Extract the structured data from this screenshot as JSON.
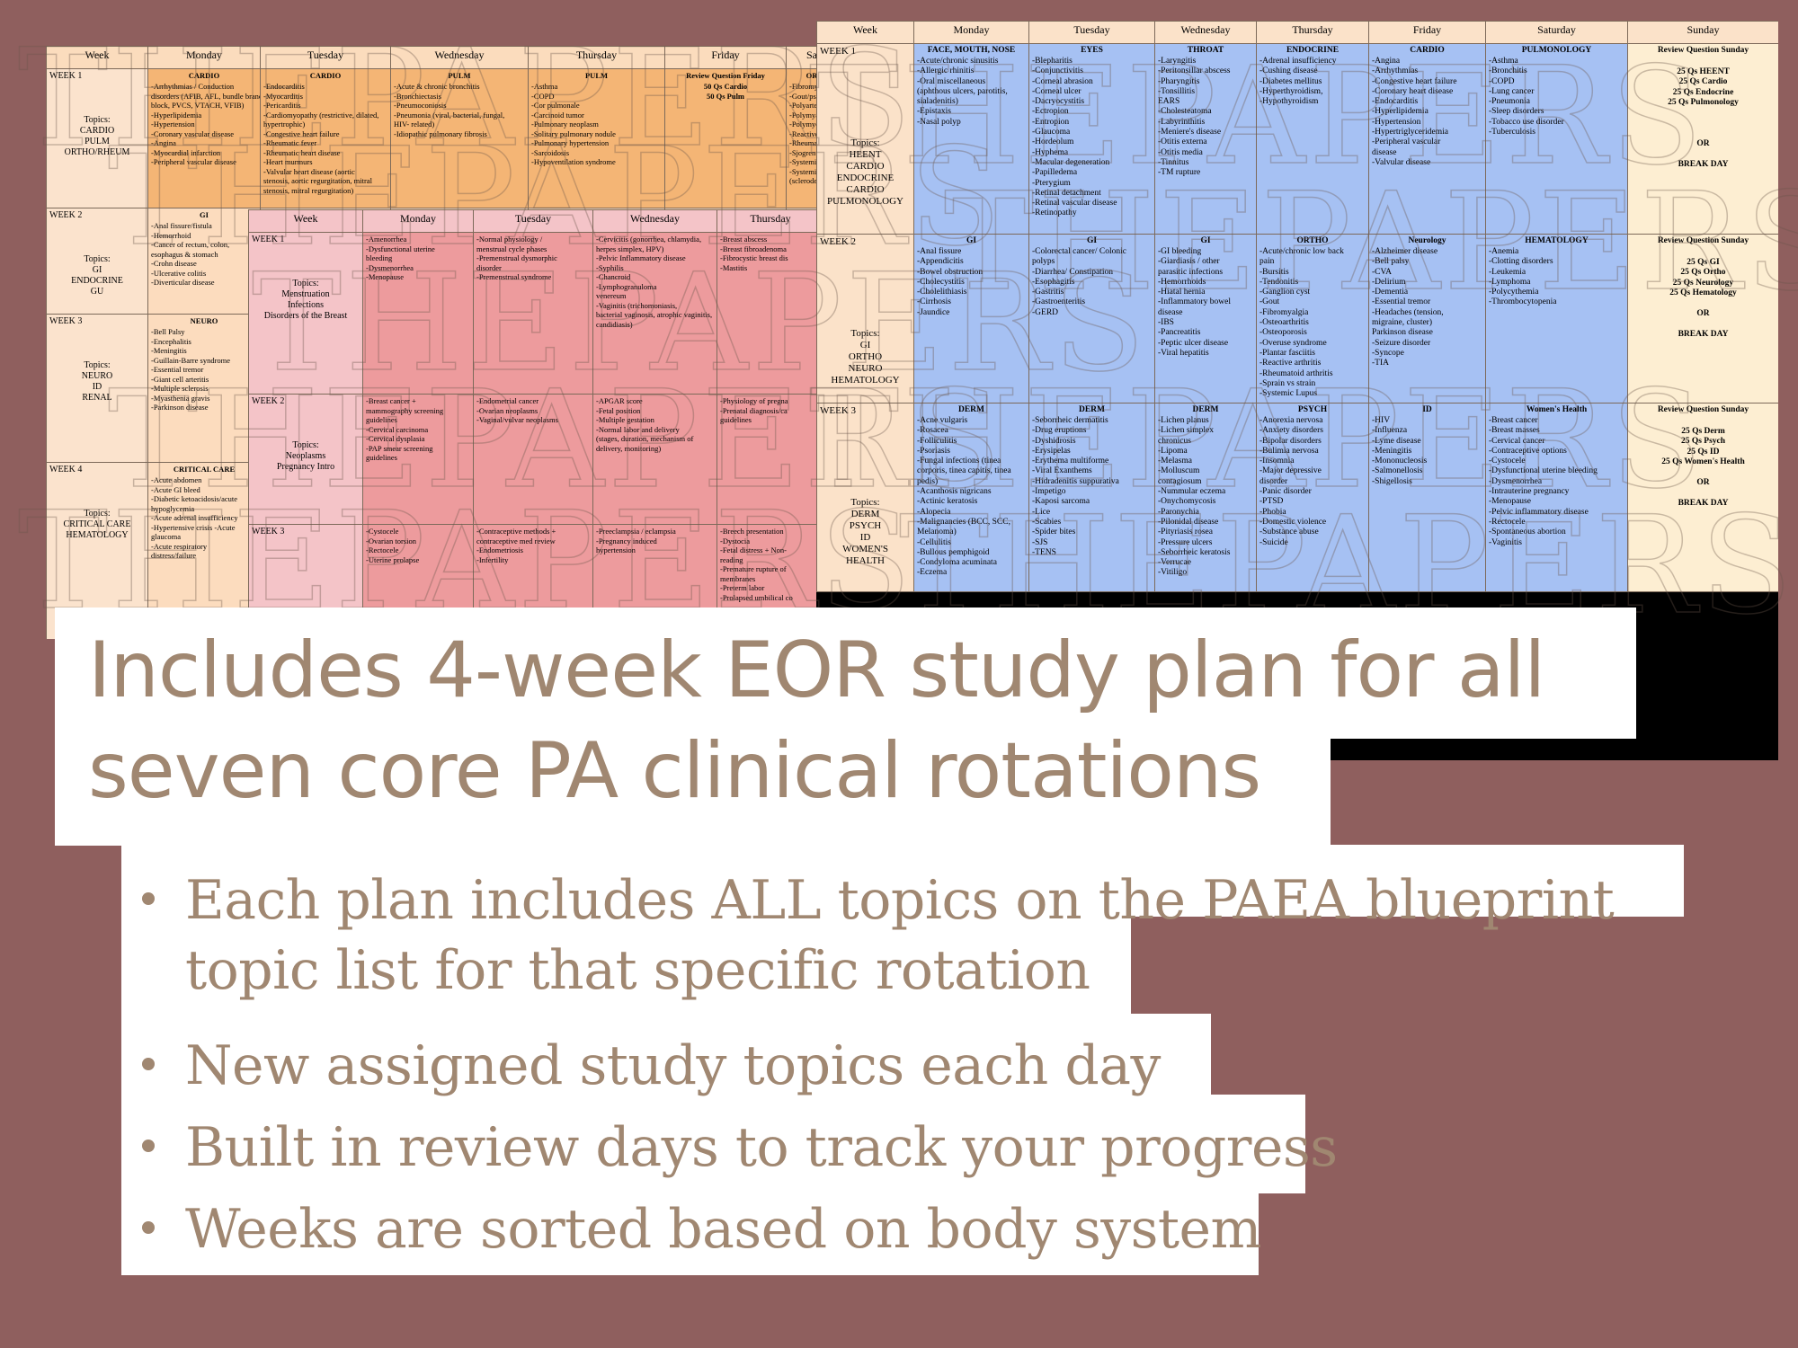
{
  "sheet1": {
    "headers": [
      "Week",
      "Monday",
      "Tuesday",
      "Wednesday",
      "Thursday",
      "Friday",
      "Sa"
    ],
    "rows": [
      {
        "week": "WEEK 1",
        "topics": "Topics:\nCARDIO\nPULM\nORTHO/RHEUM",
        "cells": [
          {
            "head": "CARDIO",
            "lines": [
              "-Arrhythmias / Conduction",
              "disorders (AFIB, AFL, bundle branch",
              "block, PVCS, VTACH, VFIB)",
              "-Hyperlipidemia",
              "-Hypertension",
              "-Coronary vascular disease",
              "-Angina",
              "-Myocardial infarction",
              "-Peripheral vascular disease"
            ]
          },
          {
            "head": "CARDIO",
            "lines": [
              "-Endocarditis",
              "-Myocarditis",
              "-Pericarditis",
              "-Cardiomyopathy (restrictive, dilated,",
              "hypertrophic)",
              "-Congestive heart failure",
              "-Rheumatic fever",
              "-Rheumatic heart disease",
              "-Heart murmurs",
              "-Valvular heart disease (aortic",
              "stenosis, aortic regurgitation, mitral",
              "stenosis, mitral regurgitation)"
            ]
          },
          {
            "head": "PULM",
            "lines": [
              "-Acute & chronic bronchitis",
              "-Bronchiectasis",
              "-Pneumoconiosis",
              "-Pneumonia (viral, bacterial, fungal,",
              "HIV- related)",
              "-Idiopathic pulmonary fibrosis"
            ]
          },
          {
            "head": "PULM",
            "lines": [
              "-Asthma",
              "-COPD",
              "-Cor pulmonale",
              "-Carcinoid tumor",
              "-Pulmonary neoplasm",
              "-Solitary pulmonary nodule",
              "-Pulmonary hypertension",
              "-Sarcoidosis",
              "-Hypoventilation syndrome"
            ]
          },
          {
            "head": "Review Question Friday",
            "lines": [
              "50 Qs Cardio",
              "50 Qs Pulm"
            ],
            "center": true
          },
          {
            "head": "OR",
            "lines": [
              "-Fibromy",
              "-Gout/pse",
              "-Polyarte",
              "-Polymya",
              "-Polymyo",
              "-Reactive",
              "-Rheumat",
              "-Sjogren",
              "-Systemic",
              "-Systemic",
              "(scleroder"
            ]
          }
        ]
      },
      {
        "week": "WEEK 2",
        "topics": "Topics:\nGI\nENDOCRINE\nGU",
        "cells": [
          {
            "head": "GI",
            "lines": [
              "-Anal fissure/fistula",
              "-Hemorrhoid",
              "-Cancer of rectum, colon,",
              "esophagus & stomach",
              "-Crohn disease",
              "-Ulcerative colitis",
              "-Diverticular disease"
            ]
          }
        ]
      },
      {
        "week": "WEEK 3",
        "topics": "Topics:\nNEURO\nID\nRENAL",
        "cells": [
          {
            "head": "NEURO",
            "lines": [
              "-Bell Palsy",
              "-Encephalitis",
              "-Meningitis",
              "-Guillain-Barre syndrome",
              "-Essential tremor",
              "-Giant cell arteritis",
              "-Multiple sclerosis",
              "-Myasthenia gravis",
              "-Parkinson disease"
            ]
          }
        ]
      },
      {
        "week": "WEEK 4",
        "topics": "Topics:\nCRITICAL CARE\nHEMATOLOGY",
        "cells": [
          {
            "head": "CRITICAL CARE",
            "lines": [
              "-Acute abdomen",
              "-Acute GI bleed",
              "-Diabetic ketoacidosis/acute",
              "hypoglycemia",
              "-Acute adrenal insufficiency",
              "-Hypertensive crisis -Acute",
              "glaucoma",
              "-Acute respiratory",
              "distress/failure"
            ]
          }
        ]
      }
    ]
  },
  "sheet2": {
    "headers": [
      "Week",
      "Monday",
      "Tuesday",
      "Wednesday",
      "Thursday"
    ],
    "rows": [
      {
        "week": "WEEK 1",
        "topics": "Topics:\nMenstruation\nInfections\nDisorders of the Breast",
        "cells": [
          {
            "lines": [
              "-Amenorrhea",
              "-Dysfunctional uterine",
              "bleeding",
              "-Dysmenorrhea",
              "-Menopause"
            ]
          },
          {
            "lines": [
              "-Normal physiology /",
              "menstrual cycle phases",
              "-Premenstrual dysmorphic",
              "disorder",
              "-Premenstrual syndrome"
            ]
          },
          {
            "lines": [
              "-Cervicitis (gonorrhea, chlamydia,",
              "herpes simplex, HPV)",
              "-Pelvic Inflammatory disease",
              "-Syphilis",
              "-Chancroid",
              "-Lymphogranuloma",
              "venereum",
              "-Vaginitis (trichomoniasis,",
              "bacterial vaginosis, atrophic vaginitis,",
              "candidiasis)"
            ]
          },
          {
            "lines": [
              "-Breast abscess",
              "-Breast fibroadenoma",
              "-Fibrocystic breast dis",
              "-Mastitis"
            ]
          }
        ]
      },
      {
        "week": "WEEK 2",
        "topics": "Topics:\nNeoplasms\n\nPregnancy Intro",
        "cells": [
          {
            "lines": [
              "-Breast cancer +",
              "mammography screening",
              "guidelines",
              "-Cervical carcinoma",
              "-Cervical dysplasia",
              "-PAP smear screening",
              "guidelines"
            ]
          },
          {
            "lines": [
              "-Endometrial cancer",
              "-Ovarian neoplasms",
              "-Vaginal/vulvar neoplasms"
            ]
          },
          {
            "lines": [
              "-APGAR score",
              "-Fetal position",
              "-Multiple gestation",
              "-Normal labor and delivery",
              "(stages, duration, mechanism of",
              "delivery, monitoring)"
            ]
          },
          {
            "lines": [
              "-Physiology of pregna",
              "-Prenatal diagnosis/ca",
              "guidelines"
            ]
          }
        ]
      },
      {
        "week": "WEEK 3",
        "topics": "",
        "cells": [
          {
            "lines": [
              "-Cystocele",
              "-Ovarian torsion",
              "-Rectocele",
              "-Uterine prolapse"
            ]
          },
          {
            "lines": [
              "-Contraceptive methods +",
              "contraceptive med review",
              "-Endometriosis",
              "-Infertility"
            ]
          },
          {
            "lines": [
              "-Preeclampsia / eclampsia",
              "-Pregnancy induced",
              "hypertension"
            ]
          },
          {
            "lines": [
              "-Breech presentation",
              "-Dystocia",
              "-Fetal distress + Non-",
              "reading",
              "-Premature rupture of",
              "membranes",
              "-Preterm labor",
              "-Prolapsed umbilical co"
            ]
          }
        ]
      }
    ]
  },
  "sheet3": {
    "headers": [
      "Week",
      "Monday",
      "Tuesday",
      "Wednesday",
      "Thursday",
      "Friday",
      "Saturday",
      "Sunday"
    ],
    "rows": [
      {
        "week": "WEEK 1",
        "topics": "Topics:\nHEENT\nCARDIO\nENDOCRINE\nCARDIO\nPULMONOLOGY",
        "cells": [
          {
            "head": "FACE, MOUTH, NOSE",
            "lines": [
              "-Acute/chronic sinusitis",
              "-Allergic rhinitis",
              "-Oral miscellaneous",
              "(aphthous ulcers, parotitis,",
              "sialadenitis)",
              "-Epistaxis",
              "-Nasal polyp"
            ]
          },
          {
            "head": "EYES",
            "lines": [
              "-Blepharitis",
              "-Conjunctivitis",
              "-Corneal abrasion",
              "-Corneal ulcer",
              "-Dacryocystitis",
              "-Ectropion",
              "-Entropion",
              "-Glaucoma",
              "-Hordeolum",
              "-Hyphema",
              "-Macular degeneration",
              "-Papilledema",
              "-Pterygium",
              "-Retinal detachment",
              "-Retinal vascular disease",
              "-Retinopathy"
            ]
          },
          {
            "head": "THROAT",
            "lines": [
              "-Laryngitis",
              "-Peritonsillar abscess",
              "-Pharyngitis",
              "-Tonsillitis",
              "EARS",
              "-Cholesteatoma",
              "-Labyrinthitis",
              "-Meniere's disease",
              "-Otitis externa",
              "-Otitis media",
              "-Tinnitus",
              "-TM rupture"
            ]
          },
          {
            "head": "ENDOCRINE",
            "lines": [
              "-Adrenal insufficiency",
              "-Cushing disease",
              "-Diabetes mellitus",
              "-Hyperthyroidism,",
              "-Hypothyroidism"
            ]
          },
          {
            "head": "CARDIO",
            "lines": [
              "-Angina",
              "-Arrhythmias",
              "-Congestive heart failure",
              "-Coronary heart disease",
              "-Endocarditis",
              "-Hyperlipidemia",
              "-Hypertension",
              "-Hypertriglyceridemia",
              "-Peripheral vascular",
              "disease",
              "-Valvular disease"
            ]
          },
          {
            "head": "PULMONOLOGY",
            "lines": [
              "-Asthma",
              "-Bronchitis",
              "-COPD",
              "-Lung cancer",
              "-Pneumonia",
              "-Sleep disorders",
              "-Tobacco use disorder",
              "-Tuberculosis"
            ]
          },
          {
            "head": "Review Question Sunday",
            "sunday": true,
            "lines": [
              "",
              "25 Qs HEENT",
              "25 Qs Cardio",
              "25 Qs Endocrine",
              "25 Qs Pulmonology",
              "",
              "",
              "",
              "OR",
              "",
              "BREAK DAY"
            ]
          }
        ]
      },
      {
        "week": "WEEK 2",
        "topics": "Topics:\nGI\nORTHO\nNEURO\nHEMATOLOGY",
        "cells": [
          {
            "head": "GI",
            "lines": [
              "-Anal fissure",
              "-Appendicitis",
              "-Bowel obstruction",
              "-Cholecystitis",
              "-Cholelithiasis",
              "-Cirrhosis",
              "-Jaundice"
            ]
          },
          {
            "head": "GI",
            "lines": [
              "-Colorectal cancer/ Colonic",
              "polyps",
              "-Diarrhea/ Constipation",
              "-Esophagitis",
              "-Gastritis",
              "-Gastroenteritis",
              "-GERD"
            ]
          },
          {
            "head": "GI",
            "lines": [
              "-GI bleeding",
              "-Giardiasis / other",
              "parasitic infections",
              "-Hemorrhoids",
              "-Hiatal hernia",
              "-Inflammatory bowel",
              "disease",
              "-IBS",
              "-Pancreatitis",
              "-Peptic ulcer disease",
              "-Viral hepatitis"
            ]
          },
          {
            "head": "ORTHO",
            "lines": [
              "-Acute/chronic low back",
              "pain",
              "-Bursitis",
              "-Tendonitis",
              "-Ganglion cyst",
              "-Gout",
              "-Fibromyalgia",
              "-Osteoarthritis",
              "-Osteoporosis",
              "-Overuse syndrome",
              "-Plantar fasciitis",
              "-Reactive arthritis",
              "-Rheumatoid arthritis",
              "-Sprain vs strain",
              "-Systemic Lupus"
            ]
          },
          {
            "head": "Neurology",
            "lines": [
              "-Alzheimer disease",
              "-Bell palsy",
              "-CVA",
              "-Delirium",
              "-Dementia",
              "-Essential tremor",
              "-Headaches (tension,",
              "migraine, cluster)",
              "Parkinson disease",
              "-Seizure disorder",
              "-Syncope",
              "-TIA"
            ]
          },
          {
            "head": "HEMATOLOGY",
            "lines": [
              "-Anemia",
              "-Clotting disorders",
              "-Leukemia",
              "-Lymphoma",
              "-Polycythemia",
              "-Thrombocytopenia"
            ]
          },
          {
            "head": "Review Question Sunday",
            "sunday": true,
            "lines": [
              "",
              "25 Qs GI",
              "25 Qs Ortho",
              "25 Qs Neurology",
              "25 Qs Hematology",
              "",
              "OR",
              "",
              "BREAK DAY"
            ]
          }
        ]
      },
      {
        "week": "WEEK 3",
        "topics": "Topics:\nDERM\nPSYCH\nID\nWOMEN'S\nHEALTH",
        "cells": [
          {
            "head": "DERM",
            "lines": [
              "-Acne vulgaris",
              "-Rosacea",
              "-Folliculitis",
              "-Psoriasis",
              "-Fungal infections (tinea",
              "corporis, tinea capitis, tinea",
              "pedis)",
              "-Acanthosis nigricans",
              "-Actinic keratosis",
              "-Alopecia",
              "-Malignancies (BCC, SCC,",
              "Melanoma)",
              "-Cellulitis",
              "-Bullous pemphigoid",
              "-Condyloma acuminata",
              "-Eczema"
            ]
          },
          {
            "head": "DERM",
            "lines": [
              "-Seborrheic dermatitis",
              "-Drug eruptions",
              "-Dyshidrosis",
              "-Erysipelas",
              "-Erythema multiforme",
              "-Viral Exanthems",
              "-Hidradenitis suppurativa",
              "-Impetigo",
              "-Kaposi sarcoma",
              "-Lice",
              "-Scabies",
              "-Spider bites",
              "-SJS",
              "-TENS"
            ]
          },
          {
            "head": "DERM",
            "lines": [
              "-Lichen planus",
              "-Lichen simplex",
              "chronicus",
              "-Lipoma",
              "-Melasma",
              "-Molluscum",
              "contagiosum",
              "-Nummular eczema",
              "-Onychomycosis",
              "-Paronychia",
              "-Pilonidal disease",
              "-Pityriasis rosea",
              "-Pressure ulcers",
              "-Seborrheic keratosis",
              "-Verrucae",
              "-Vitiligo"
            ]
          },
          {
            "head": "PSYCH",
            "lines": [
              "-Anorexia nervosa",
              "-Anxiety disorders",
              "-Bipolar disorders",
              "-Bulimia nervosa",
              "-Insomnia",
              "-Major depressive",
              "disorder",
              "-Panic disorder",
              "-PTSD",
              "-Phobia",
              "-Domestic violence",
              "-Substance abuse",
              "-Suicide"
            ]
          },
          {
            "head": "ID",
            "lines": [
              "-HIV",
              "-Influenza",
              "-Lyme disease",
              "-Meningitis",
              "-Mononucleosis",
              "-Salmonellosis",
              "-Shigellosis"
            ]
          },
          {
            "head": "Women's Health",
            "lines": [
              "-Breast cancer",
              "-Breast masses",
              "-Cervical cancer",
              "-Contraceptive options",
              "-Cystocele",
              "-Dysfunctional uterine bleeding",
              "-Dysmenorrhea",
              "-Intrauterine pregnancy",
              "-Menopause",
              "-Pelvic inflammatory disease",
              "-Rectocele",
              "-Spontaneous abortion",
              "-Vaginitis"
            ]
          },
          {
            "head": "Review Question Sunday",
            "sunday": true,
            "lines": [
              "",
              "25 Qs Derm",
              "25 Qs Psych",
              "25 Qs ID",
              "25 Qs Women's Health",
              "",
              "OR",
              "",
              "BREAK DAY"
            ]
          }
        ]
      }
    ]
  },
  "watermark_text": "THEPAPERS",
  "headline": [
    "Includes 4-week EOR study plan for all",
    "seven core PA clinical rotations"
  ],
  "bullets": [
    [
      "Each plan includes ALL topics on the PAEA blueprint",
      "topic list for that specific rotation"
    ],
    [
      "New assigned study topics each day"
    ],
    [
      "Built in review days to track your progress"
    ],
    [
      "Weeks are sorted based on body system"
    ]
  ],
  "colors": {
    "background": "#8f5f5e",
    "text": "#a08771",
    "orange": "#f4b575",
    "pink": "#ed9b9d",
    "blue": "#a6c1f3"
  }
}
